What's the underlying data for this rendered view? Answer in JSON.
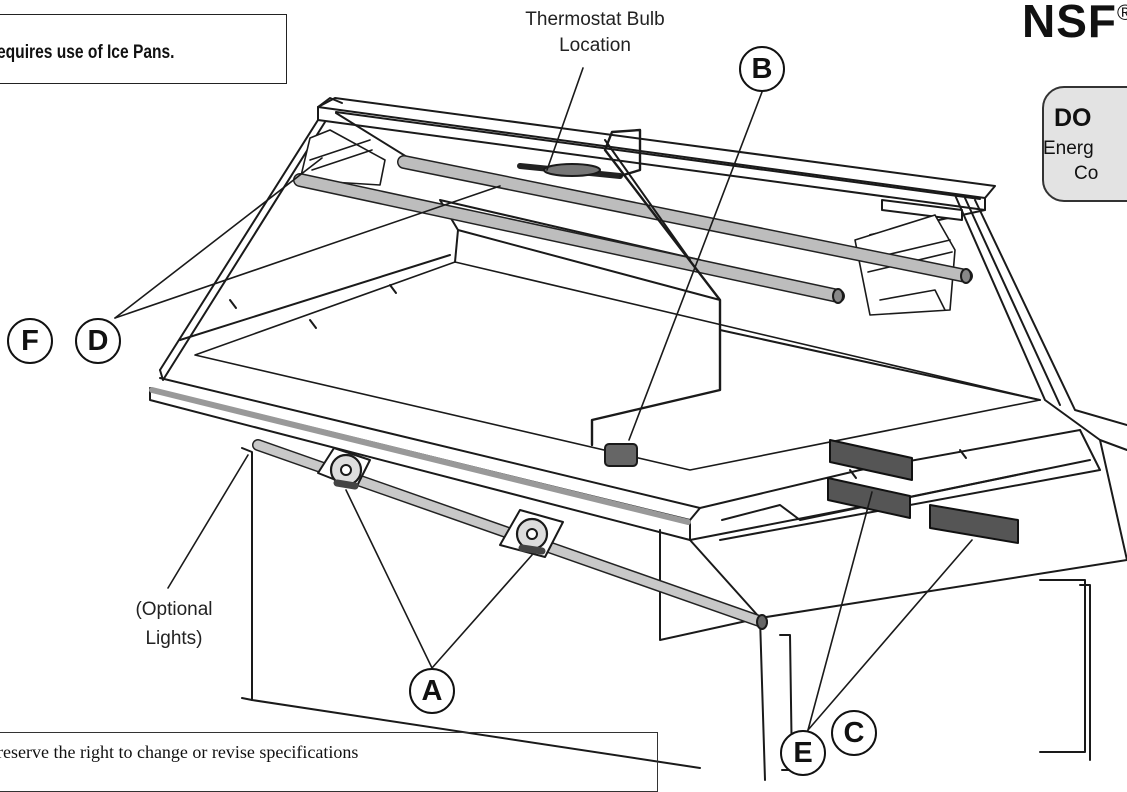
{
  "note_box": {
    "text": "equires use of Ice Pans."
  },
  "thermostat_label": {
    "line1": "Thermostat Bulb",
    "line2": "Location"
  },
  "certification": {
    "mark": "NSF",
    "reg": "®"
  },
  "doe_box": {
    "title": "DO",
    "line1": "Energ",
    "line2": "Co"
  },
  "optional_lights_label": {
    "line1": "(Optional",
    "line2": "Lights)"
  },
  "callouts": {
    "a": "A",
    "b": "B",
    "c": "C",
    "d": "D",
    "e": "E",
    "f": "F"
  },
  "disclaimer": {
    "text": "reserve the right to change or revise specifications"
  },
  "colors": {
    "outline": "#111111",
    "tube": "#b9b9b9",
    "block": "#555555",
    "doe_fill": "#e3e3e3"
  }
}
